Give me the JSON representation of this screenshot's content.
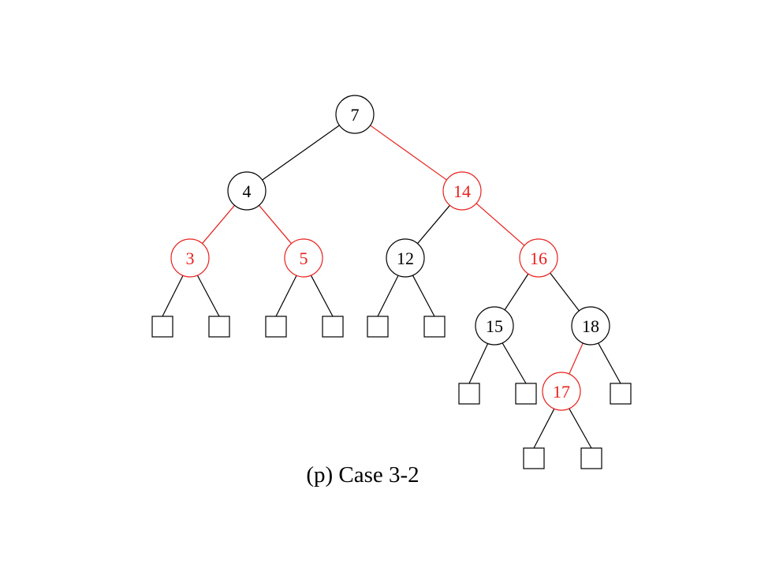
{
  "colors": {
    "black": "#000000",
    "red": "#e8201c",
    "background": "#ffffff"
  },
  "tree": {
    "nodes": [
      {
        "id": "n7",
        "label": "7",
        "color": "black"
      },
      {
        "id": "n4",
        "label": "4",
        "color": "black"
      },
      {
        "id": "n14",
        "label": "14",
        "color": "red"
      },
      {
        "id": "n3",
        "label": "3",
        "color": "red"
      },
      {
        "id": "n5",
        "label": "5",
        "color": "red"
      },
      {
        "id": "n12",
        "label": "12",
        "color": "black"
      },
      {
        "id": "n16",
        "label": "16",
        "color": "red"
      },
      {
        "id": "n15",
        "label": "15",
        "color": "black"
      },
      {
        "id": "n18",
        "label": "18",
        "color": "black"
      },
      {
        "id": "n17",
        "label": "17",
        "color": "red"
      }
    ],
    "leaves": [
      {
        "id": "l3a"
      },
      {
        "id": "l3b"
      },
      {
        "id": "l5a"
      },
      {
        "id": "l5b"
      },
      {
        "id": "l12a"
      },
      {
        "id": "l12b"
      },
      {
        "id": "l15a"
      },
      {
        "id": "l15b"
      },
      {
        "id": "l18b"
      },
      {
        "id": "l17a"
      },
      {
        "id": "l17b"
      }
    ],
    "edges": [
      {
        "from": "n7",
        "to": "n4",
        "color": "black"
      },
      {
        "from": "n7",
        "to": "n14",
        "color": "red"
      },
      {
        "from": "n4",
        "to": "n3",
        "color": "red"
      },
      {
        "from": "n4",
        "to": "n5",
        "color": "red"
      },
      {
        "from": "n14",
        "to": "n12",
        "color": "black"
      },
      {
        "from": "n14",
        "to": "n16",
        "color": "red"
      },
      {
        "from": "n3",
        "to": "l3a",
        "color": "black"
      },
      {
        "from": "n3",
        "to": "l3b",
        "color": "black"
      },
      {
        "from": "n5",
        "to": "l5a",
        "color": "black"
      },
      {
        "from": "n5",
        "to": "l5b",
        "color": "black"
      },
      {
        "from": "n12",
        "to": "l12a",
        "color": "black"
      },
      {
        "from": "n12",
        "to": "l12b",
        "color": "black"
      },
      {
        "from": "n16",
        "to": "n15",
        "color": "black"
      },
      {
        "from": "n16",
        "to": "n18",
        "color": "black"
      },
      {
        "from": "n15",
        "to": "l15a",
        "color": "black"
      },
      {
        "from": "n15",
        "to": "l15b",
        "color": "black"
      },
      {
        "from": "n18",
        "to": "n17",
        "color": "red"
      },
      {
        "from": "n18",
        "to": "l18b",
        "color": "black"
      },
      {
        "from": "n17",
        "to": "l17a",
        "color": "black"
      },
      {
        "from": "n17",
        "to": "l17b",
        "color": "black"
      }
    ]
  },
  "caption": "(p) Case 3-2"
}
